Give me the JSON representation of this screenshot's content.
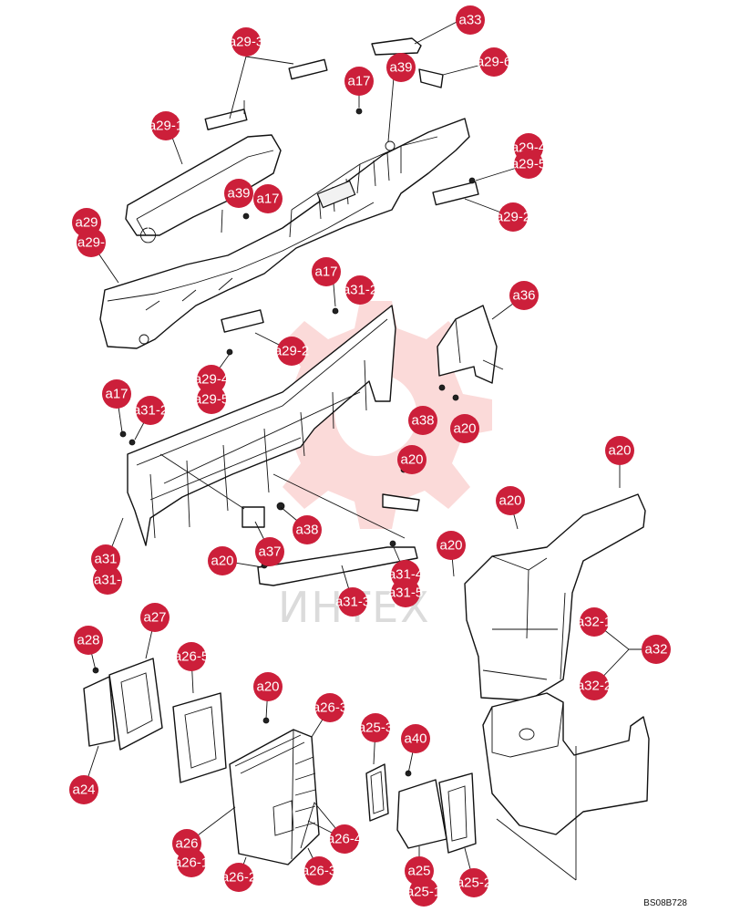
{
  "watermark": {
    "text": "ИНТЕХ",
    "color": "#e8322f"
  },
  "drawing_code": "BS08B728",
  "callout_color": "#cc1f3a",
  "callouts": [
    "a33",
    "a29-3",
    "a39",
    "a29-6",
    "a17",
    "a29-1",
    "a29-4",
    "a29-5",
    "a39",
    "a17",
    "a29-2",
    "a29",
    "a29-",
    "a17",
    "a31-2",
    "a36",
    "a29-2",
    "a29-4",
    "a29-5",
    "a17",
    "a31-2",
    "a38",
    "a20",
    "a20",
    "a20",
    "a20",
    "a38",
    "a37",
    "a31",
    "a31-",
    "a20",
    "a31-4",
    "a31-5",
    "a31-3",
    "a20",
    "a28",
    "a27",
    "a26-5",
    "a20",
    "a26-3",
    "a25-3",
    "a32-1",
    "a32",
    "a32-2",
    "a40",
    "a24",
    "a26-4",
    "a26",
    "a26-1",
    "a26-2",
    "a26-3",
    "a25",
    "a25-1",
    "a25-2"
  ]
}
